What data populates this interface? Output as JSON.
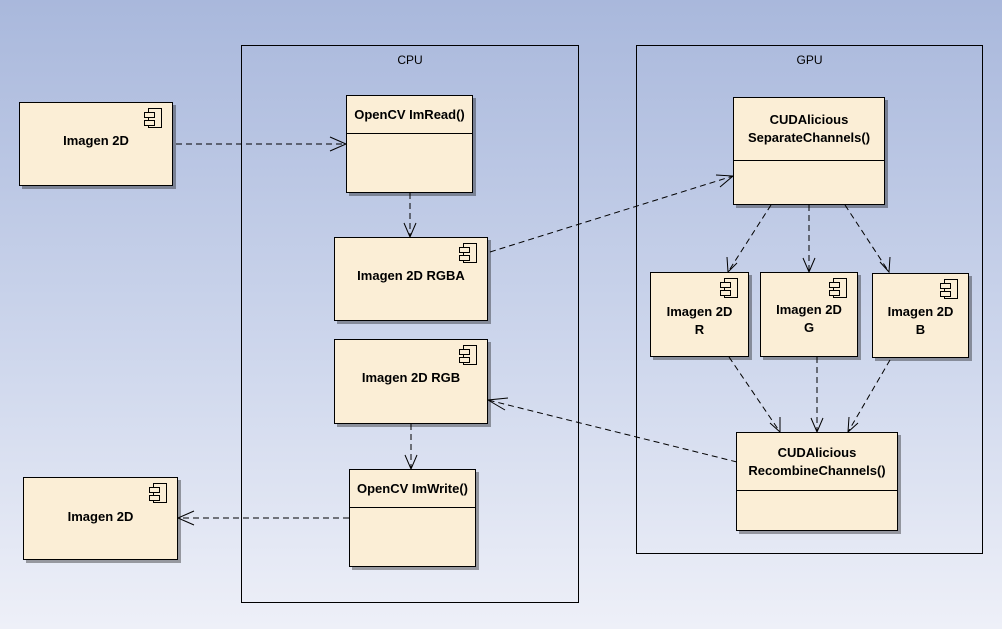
{
  "boundaries": {
    "cpu": "CPU",
    "gpu": "GPU"
  },
  "components": {
    "input_image": "Imagen 2D",
    "output_image": "Imagen 2D",
    "image_rgba": "Imagen 2D RGBA",
    "image_rgb": "Imagen 2D RGB",
    "image_r": [
      "Imagen 2D",
      "R"
    ],
    "image_g": [
      "Imagen 2D",
      "G"
    ],
    "image_b": [
      "Imagen 2D",
      "B"
    ]
  },
  "classes": {
    "imread": [
      "OpenCV ImRead()"
    ],
    "imwrite": [
      "OpenCV ImWrite()"
    ],
    "separate": [
      "CUDAlicious",
      "SeparateChannels()"
    ],
    "recombine": [
      "CUDAlicious",
      "RecombineChannels()"
    ]
  },
  "colors": {
    "node_fill": "#fbeed6",
    "line": "#000000"
  }
}
